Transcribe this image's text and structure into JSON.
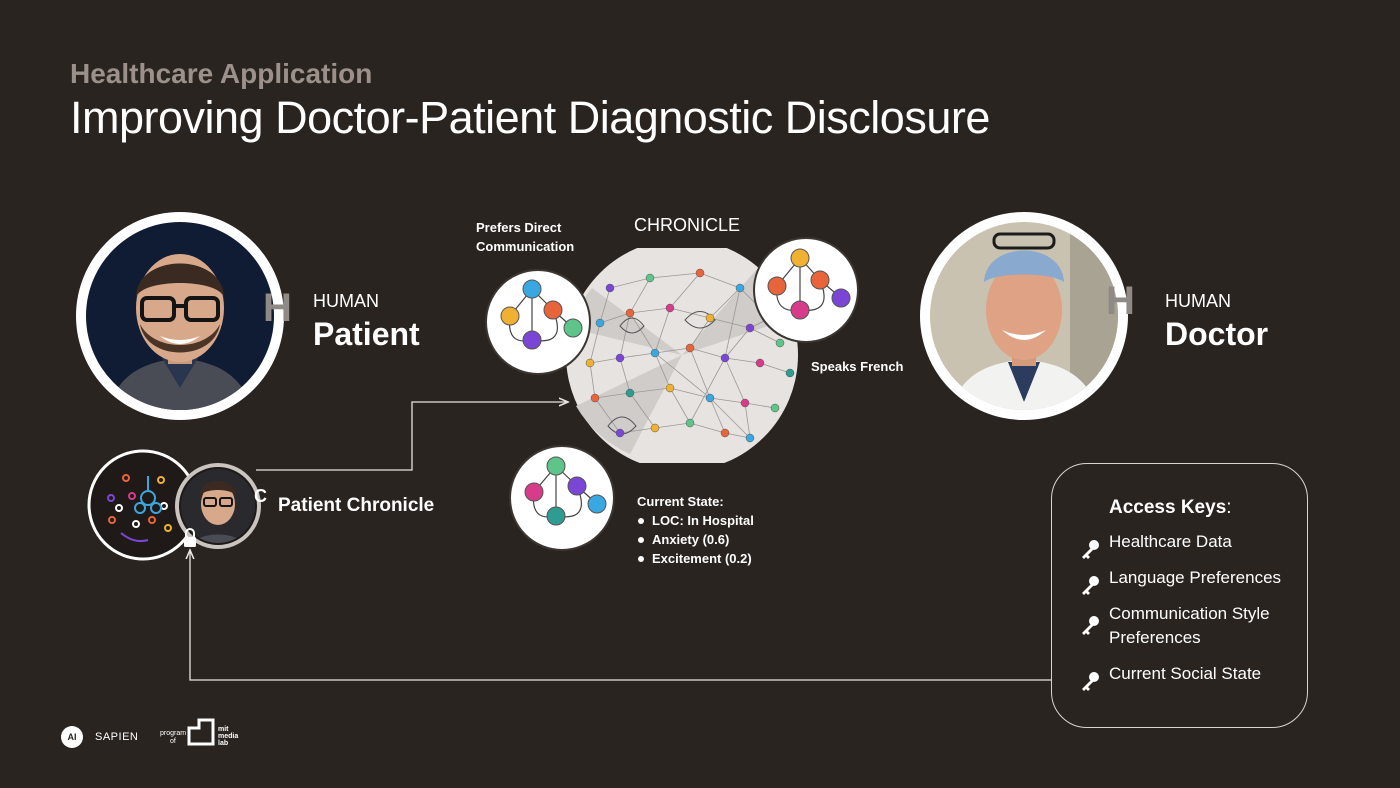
{
  "header": {
    "kicker": "Healthcare Application",
    "title": "Improving Doctor-Patient Diagnostic Disclosure"
  },
  "patient": {
    "tag": "HUMAN",
    "name": "Patient",
    "badge": "H"
  },
  "doctor": {
    "tag": "HUMAN",
    "name": "Doctor",
    "badge": "H"
  },
  "patient_chronicle": {
    "label": "Patient Chronicle",
    "badge": "C"
  },
  "chronicle": {
    "label": "CHRONICLE",
    "pref_direct": [
      "Prefers Direct",
      "Communication"
    ],
    "speaks": "Speaks French",
    "state_title": "Current State:",
    "state_items": [
      "LOC: In Hospital",
      "Anxiety (0.6)",
      "Excitement (0.2)"
    ]
  },
  "access_keys": {
    "title": "Access Keys",
    "title_suffix": ":",
    "items": [
      "Healthcare Data",
      "Language Preferences",
      "Communication Style Preferences",
      "Current Social State"
    ]
  },
  "footer": {
    "logo_ai": "AI",
    "sapien": "SAPIEN",
    "program_of": [
      "program",
      "of"
    ],
    "mit": [
      "mit",
      "media",
      "lab"
    ]
  },
  "colors": {
    "background": "#2a2420",
    "kicker": "#9c918a",
    "node_colors": [
      "#f0b133",
      "#e8643a",
      "#3ba7e0",
      "#5fc48a",
      "#7b46d6",
      "#d63c8a",
      "#2e9c93"
    ]
  }
}
